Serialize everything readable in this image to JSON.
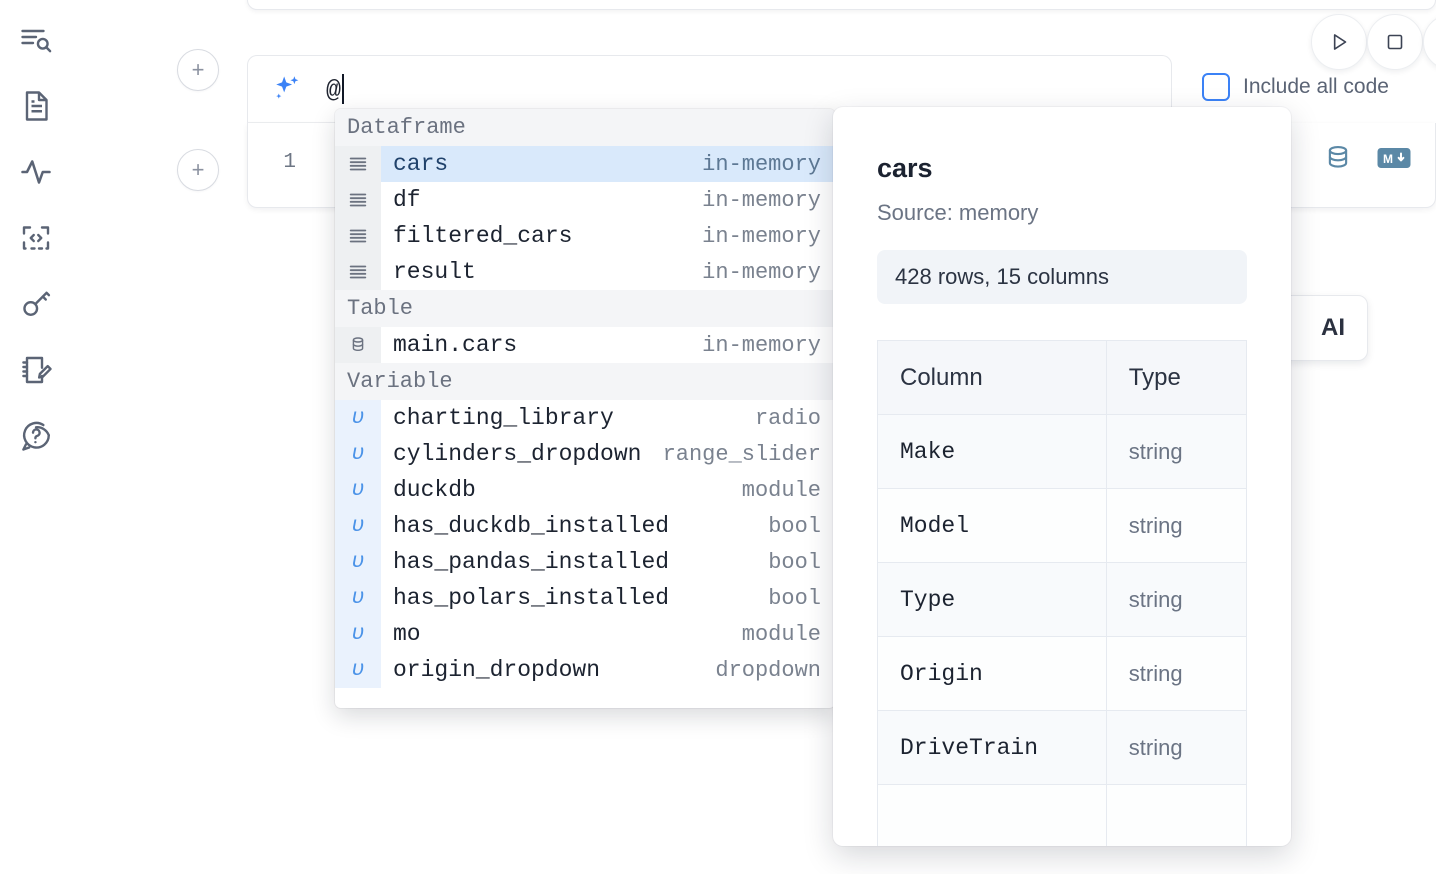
{
  "rail": {
    "items": [
      {
        "icon": "file-search-icon",
        "name": "explore-files"
      },
      {
        "icon": "document-icon",
        "name": "documentation"
      },
      {
        "icon": "activity-icon",
        "name": "activity"
      },
      {
        "icon": "code-brackets-icon",
        "name": "snippets"
      },
      {
        "icon": "key-icon",
        "name": "secrets"
      },
      {
        "icon": "notebook-edit-icon",
        "name": "scratchpad"
      },
      {
        "icon": "help-chat-icon",
        "name": "help"
      }
    ]
  },
  "toolbar": {
    "run_icon": "play-icon",
    "stop_icon": "square-stop-icon",
    "include_all_code_label": "Include all code",
    "include_all_code_checked": false,
    "add_cell_label": "+"
  },
  "ai_prompt": {
    "sparkle_icon": "sparkle-icon",
    "value": "@",
    "placeholder": ""
  },
  "code_cell": {
    "line_number": "1",
    "icons": [
      {
        "name": "database-icon",
        "label": "SQL"
      },
      {
        "name": "markdown-icon",
        "label": "M↓"
      }
    ]
  },
  "ai_chip": {
    "label": "AI"
  },
  "autocomplete": {
    "groups": [
      {
        "label": "Dataframe",
        "icon": "dataframe-icon",
        "kind": "dataframe",
        "items": [
          {
            "name": "cars",
            "type": "in-memory",
            "selected": true
          },
          {
            "name": "df",
            "type": "in-memory",
            "selected": false
          },
          {
            "name": "filtered_cars",
            "type": "in-memory",
            "selected": false
          },
          {
            "name": "result",
            "type": "in-memory",
            "selected": false
          }
        ]
      },
      {
        "label": "Table",
        "icon": "table-db-icon",
        "kind": "table",
        "items": [
          {
            "name": "main.cars",
            "type": "in-memory",
            "selected": false
          }
        ]
      },
      {
        "label": "Variable",
        "icon": "variable-icon",
        "kind": "variable",
        "items": [
          {
            "name": "charting_library",
            "type": "radio",
            "selected": false
          },
          {
            "name": "cylinders_dropdown",
            "type": "range_slider",
            "selected": false
          },
          {
            "name": "duckdb",
            "type": "module",
            "selected": false
          },
          {
            "name": "has_duckdb_installed",
            "type": "bool",
            "selected": false
          },
          {
            "name": "has_pandas_installed",
            "type": "bool",
            "selected": false
          },
          {
            "name": "has_polars_installed",
            "type": "bool",
            "selected": false
          },
          {
            "name": "mo",
            "type": "module",
            "selected": false
          },
          {
            "name": "origin_dropdown",
            "type": "dropdown",
            "selected": false
          }
        ]
      }
    ]
  },
  "detail_panel": {
    "title": "cars",
    "source": "Source: memory",
    "shape": "428 rows, 15 columns",
    "columns_header": "Column",
    "type_header": "Type",
    "rows": [
      {
        "column": "Make",
        "type": "string"
      },
      {
        "column": "Model",
        "type": "string"
      },
      {
        "column": "Type",
        "type": "string"
      },
      {
        "column": "Origin",
        "type": "string"
      },
      {
        "column": "DriveTrain",
        "type": "string"
      }
    ]
  },
  "colors": {
    "accent": "#3b82f6",
    "selected_row": "#d9e9fb",
    "variable_gutter": "#eaf2fd",
    "icon_gutter": "#eef0f2",
    "group_header": "#f4f5f7",
    "cell_icon": "#5b88a6"
  }
}
